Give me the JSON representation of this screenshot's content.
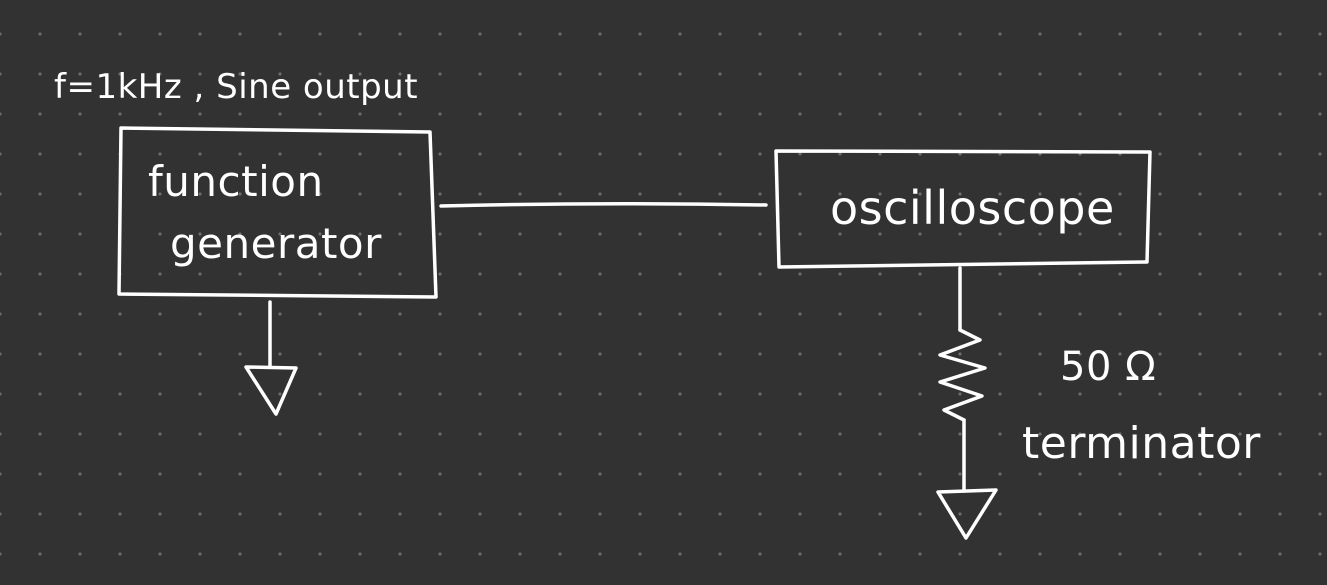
{
  "annotation": {
    "signal_spec": "f=1kHz , Sine output"
  },
  "blocks": {
    "function_generator": {
      "line1": "function",
      "line2": "generator"
    },
    "oscilloscope": {
      "label": "oscilloscope"
    }
  },
  "terminator": {
    "value": "50 Ω",
    "label": "terminator"
  },
  "colors": {
    "background": "#323232",
    "ink": "#ffffff",
    "grid_dot": "#6e6e6e"
  },
  "icons": [
    "ground-symbol",
    "resistor-symbol"
  ]
}
